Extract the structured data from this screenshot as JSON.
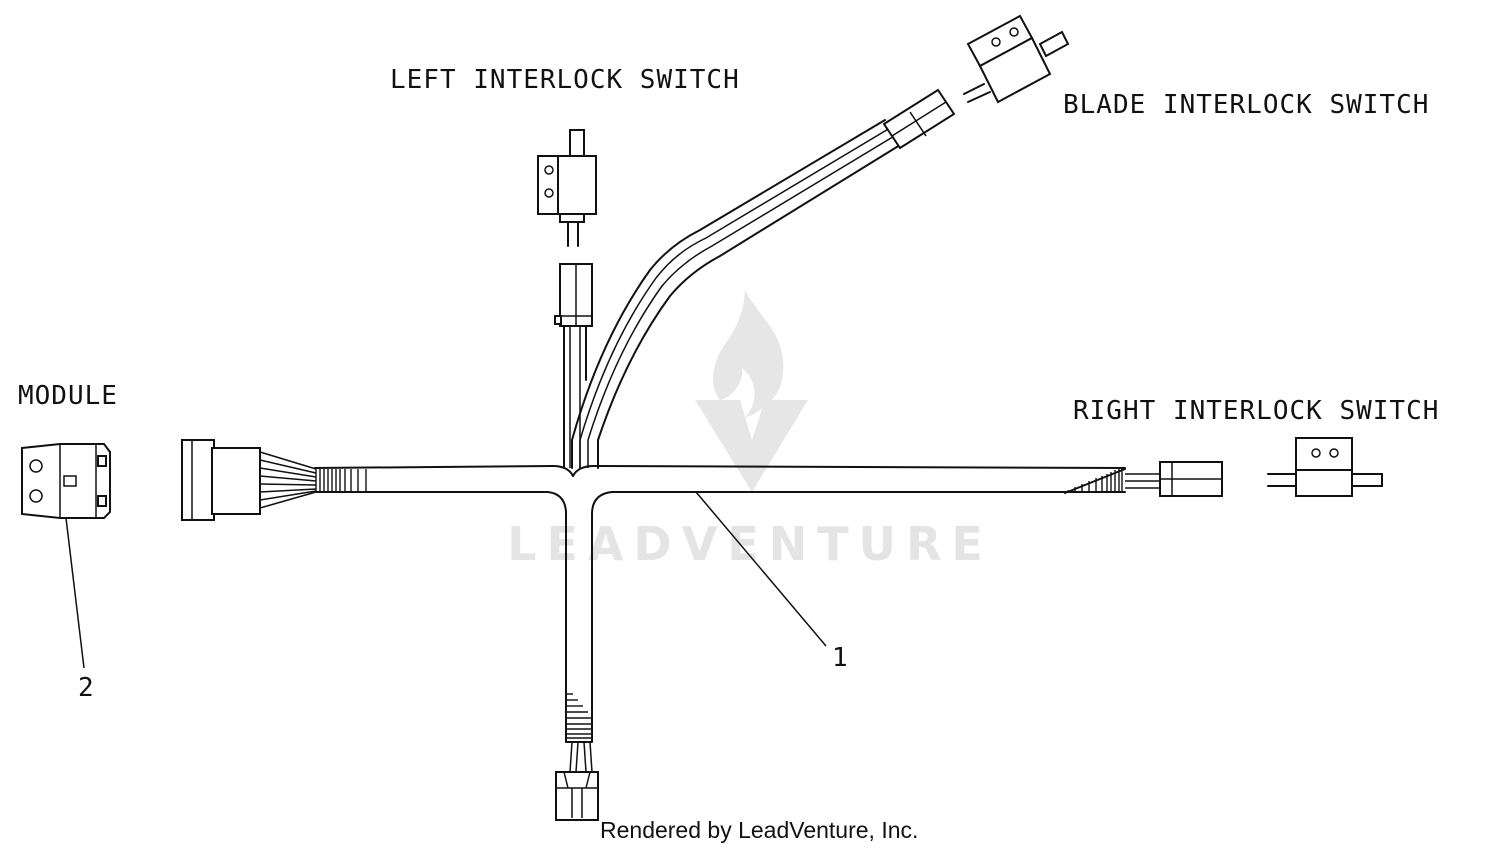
{
  "labels": {
    "left_switch": "LEFT INTERLOCK SWITCH",
    "blade_switch": "BLADE INTERLOCK SWITCH",
    "right_switch": "RIGHT INTERLOCK SWITCH",
    "module": "MODULE"
  },
  "callouts": {
    "harness": "1",
    "module_connector": "2"
  },
  "watermark": {
    "text": "LEADVENTURE"
  },
  "footer": {
    "credit": "Rendered by LeadVenture, Inc."
  }
}
